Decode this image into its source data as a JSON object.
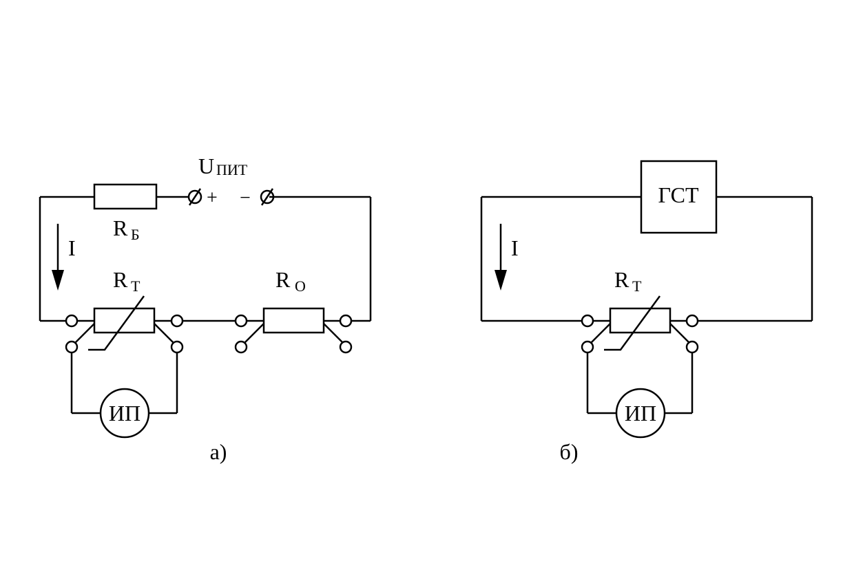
{
  "circuit_a": {
    "supply_main": "U",
    "supply_sub": "ПИТ",
    "plus": "+",
    "minus": "−",
    "rb_main": "R",
    "rb_sub": "Б",
    "current": "I",
    "rt_main": "R",
    "rt_sub": "Т",
    "ro_main": "R",
    "ro_sub": "О",
    "meter": "ИП",
    "caption": "а)"
  },
  "circuit_b": {
    "generator": "ГСТ",
    "current": "I",
    "rt_main": "R",
    "rt_sub": "Т",
    "meter": "ИП",
    "caption": "б)"
  }
}
